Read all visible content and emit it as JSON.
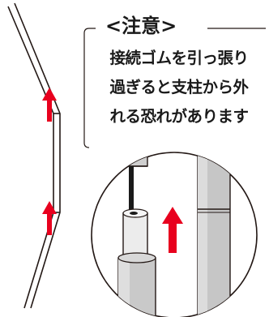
{
  "notice": {
    "title": "<注意>",
    "lines": [
      "接続ゴムを引っ張り",
      "過ぎると支柱から外",
      "れる恐れがあります"
    ]
  },
  "icons": {
    "arrows": "red-up-arrow-icon"
  },
  "colors": {
    "arrow": "#e8001e",
    "pole": "#c9c9c9",
    "pole_shadow": "#9a9a9a",
    "cord": "#1a1a1a",
    "outline": "#231815"
  }
}
